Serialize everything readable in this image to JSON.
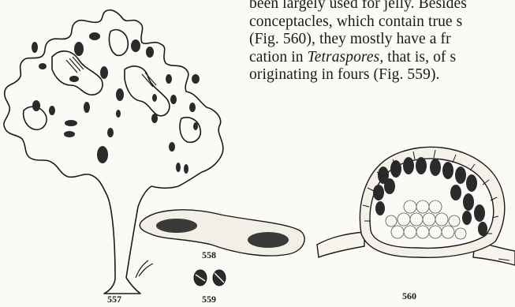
{
  "page": {
    "text_lines": [
      "been largely used for jelly.  Besides",
      "conceptacles, which contain true s",
      "(Fig. 560), they mostly have a fr",
      "cation in ",
      "originating in fours (Fig. 559)."
    ],
    "line4_italic": "Tetraspores,",
    "line4_tail": " that is, of s"
  },
  "figures": {
    "fig557": "557",
    "fig558": "558",
    "fig559": "559",
    "fig560": "560"
  },
  "colors": {
    "ink": "#1a1a1a",
    "paper": "#fbfaf6"
  }
}
